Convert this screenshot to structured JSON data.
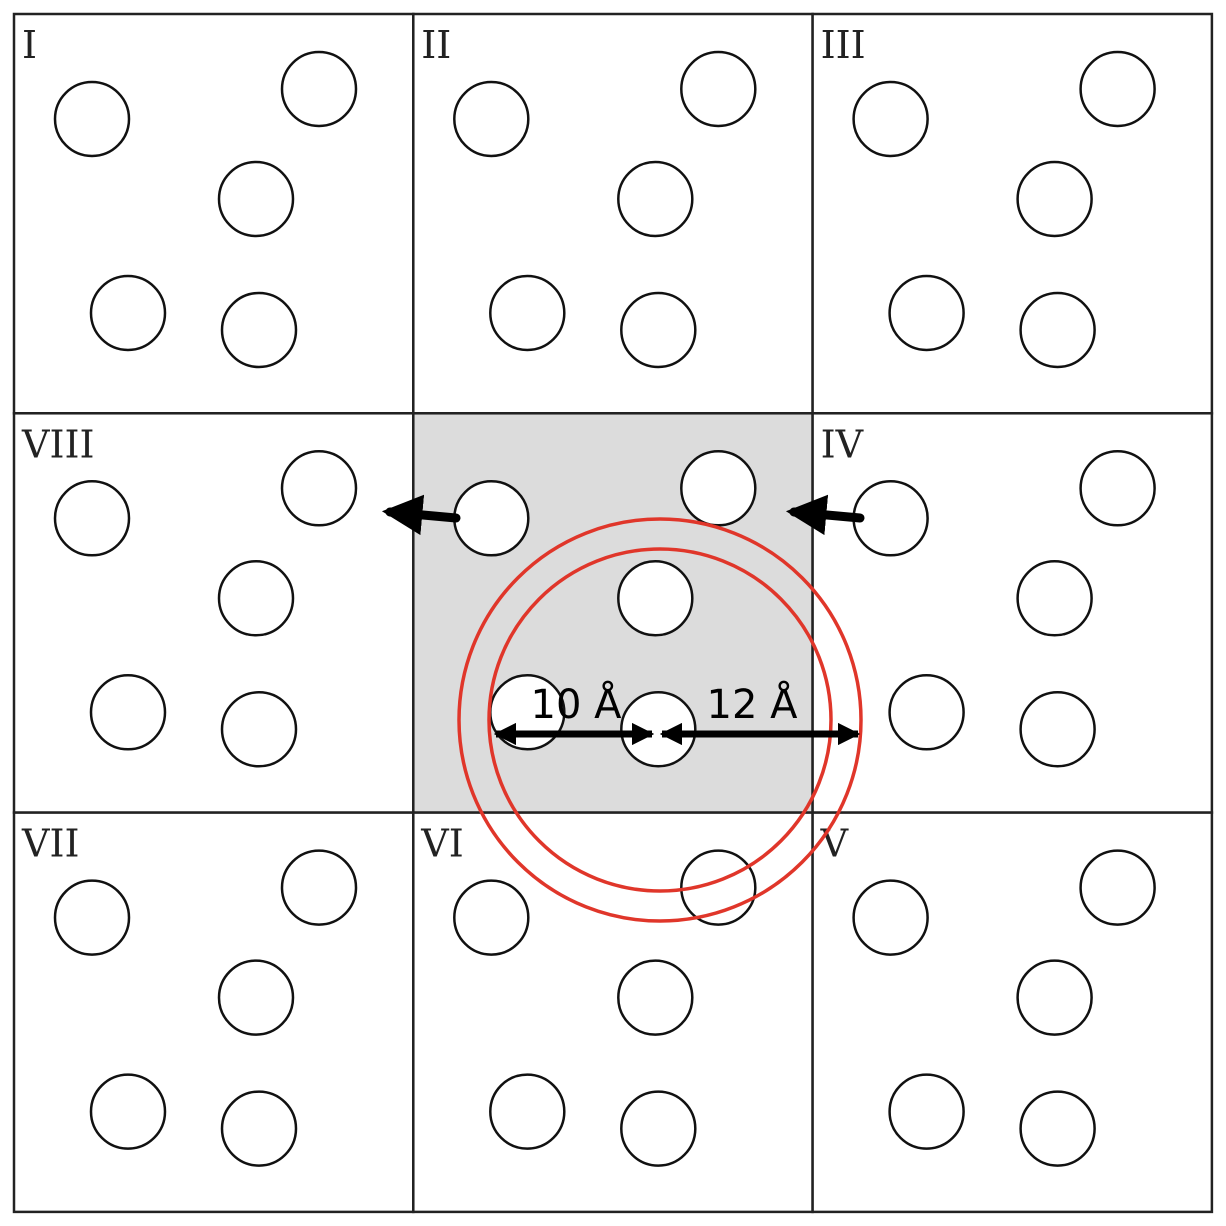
{
  "cells": [
    {
      "label": "I",
      "central": false
    },
    {
      "label": "II",
      "central": false
    },
    {
      "label": "III",
      "central": false
    },
    {
      "label": "VIII",
      "central": false
    },
    {
      "label": "",
      "central": true
    },
    {
      "label": "IV",
      "central": false
    },
    {
      "label": "VII",
      "central": false
    },
    {
      "label": "VI",
      "central": false
    },
    {
      "label": "V",
      "central": false
    }
  ],
  "dimensions": {
    "inner_label": "10 Å",
    "outer_label": "12 Å"
  },
  "colors": {
    "central_cell_fill": "#dcdcdc",
    "cutoff_ring": "#e0362a",
    "border": "#222222"
  }
}
